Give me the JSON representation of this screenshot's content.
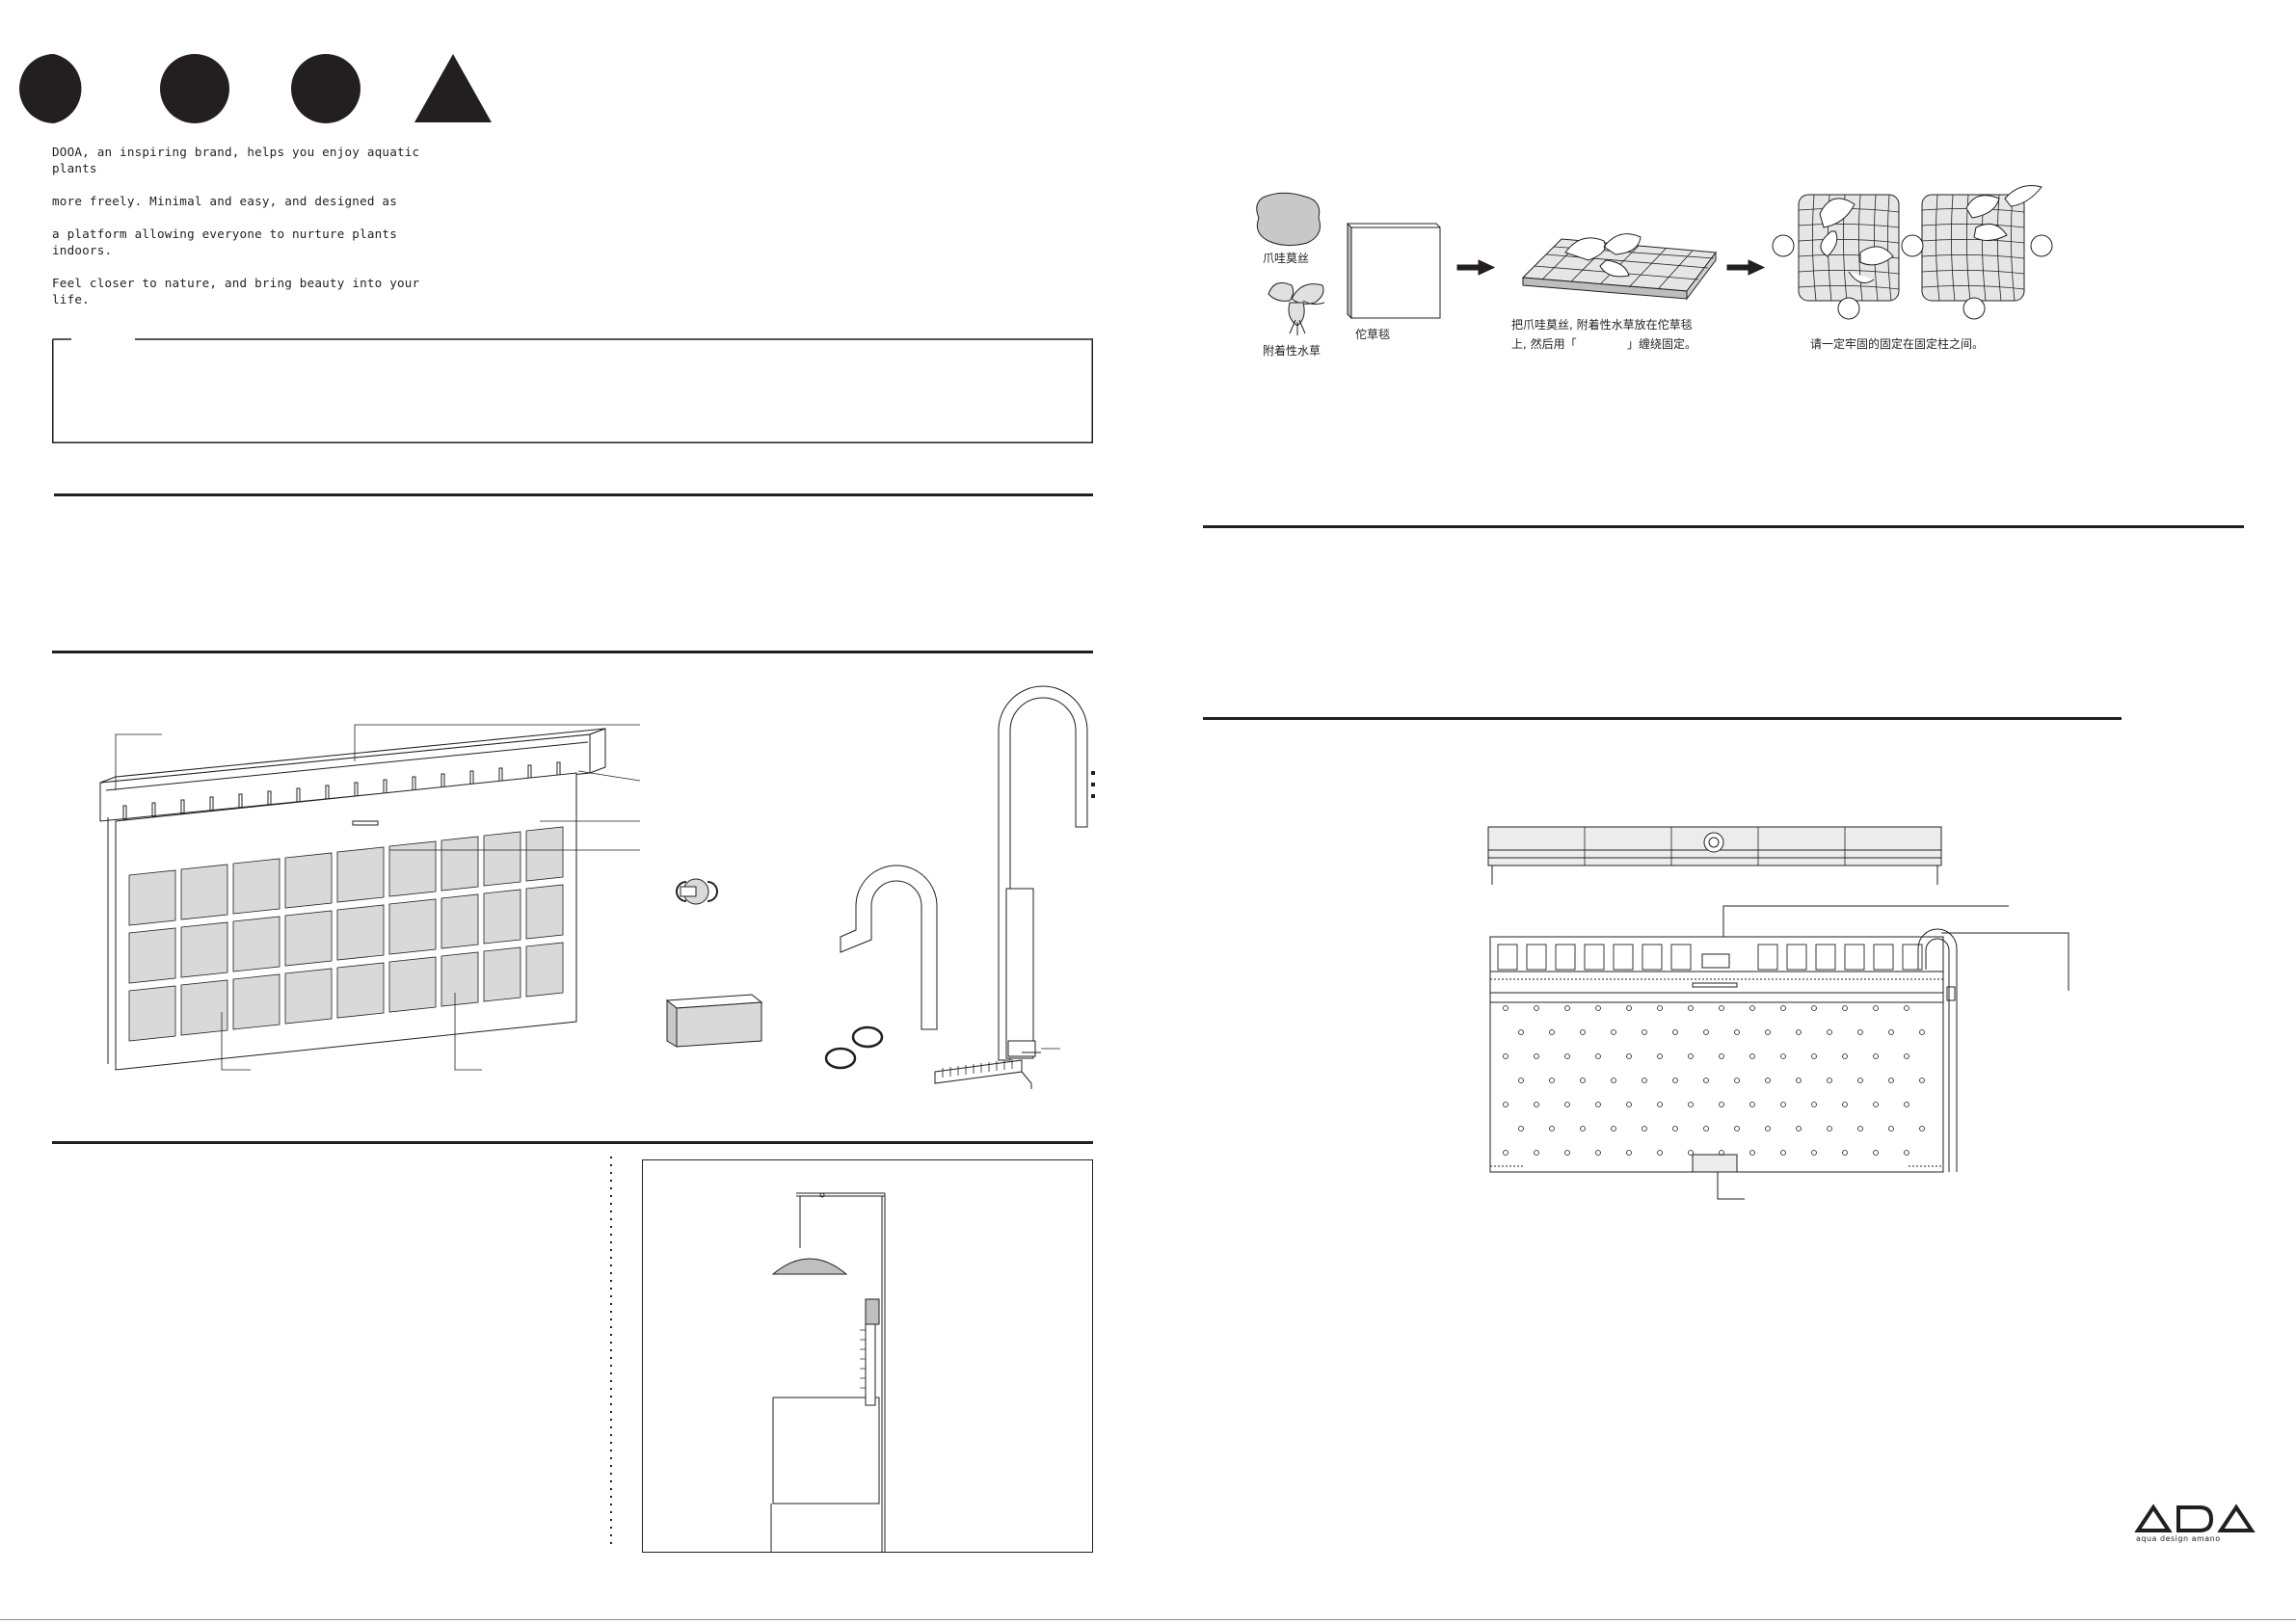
{
  "brand": {
    "logo_text": "DOOA",
    "tagline_lines": [
      "DOOA, an inspiring brand, helps you enjoy aquatic plants",
      "more freely. Minimal and easy, and designed as",
      "a platform allowing everyone to nurture plants indoors.",
      "Feel closer to nature, and bring beauty into your life."
    ]
  },
  "steps": {
    "moss_label": "爪哇莫丝",
    "epiphyte_label": "附着性水草",
    "mat_label": "佗草毯",
    "instruction_1_line1": "把爪哇莫丝, 附着性水草放在佗草毯",
    "instruction_1_line2a": "上, 然后用「",
    "instruction_1_line2b": "」缠绕固定。",
    "instruction_2": "请一定牢固的固定在固定柱之间。"
  },
  "footer": {
    "ada_logo": "ADA",
    "ada_sub": "aqua design amano"
  },
  "colors": {
    "ink": "#231f20",
    "tile_fill": "#d9d9d9",
    "panel_fill": "#ececec"
  }
}
